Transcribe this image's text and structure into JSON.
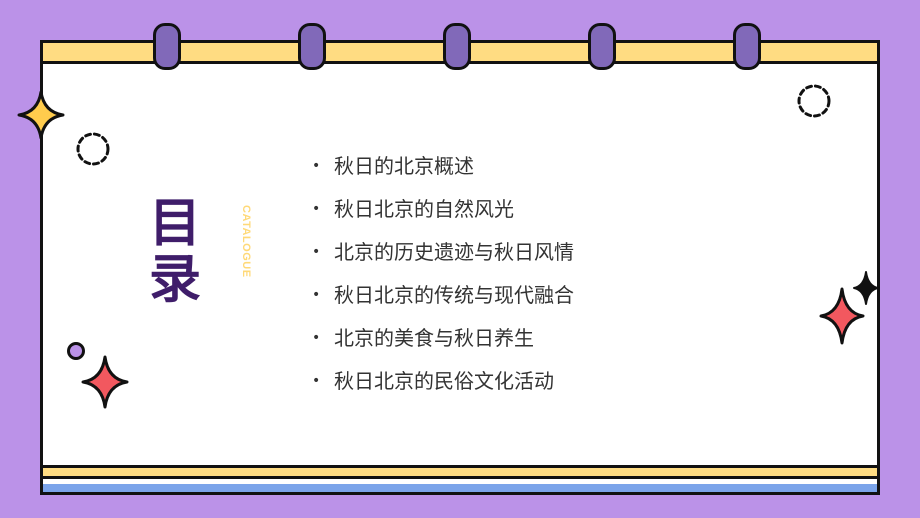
{
  "slide": {
    "title": "目录",
    "subtitle": "CATALOGUE",
    "bullet_glyph": "•",
    "items": [
      {
        "label": "秋日的北京概述"
      },
      {
        "label": "秋日北京的自然风光"
      },
      {
        "label": "北京的历史遗迹与秋日风情"
      },
      {
        "label": "秋日北京的传统与现代融合"
      },
      {
        "label": "北京的美食与秋日养生"
      },
      {
        "label": "秋日北京的民俗文化活动"
      }
    ]
  },
  "decorations": {
    "icons": [
      "sparkle-yellow-icon",
      "dashed-circle-icon",
      "dashed-circle-icon",
      "sparkle-red-icon",
      "sparkle-black-icon",
      "purple-dot-icon",
      "sparkle-red-icon",
      "binder-ring-icon"
    ]
  },
  "colors": {
    "background": "#bb92e8",
    "title": "#3f1d6a",
    "subtitle": "#ffd978",
    "top_bar": "#ffdc82",
    "bottom_bar_blue": "#7ba4ea",
    "ring": "#8169b9",
    "sparkle_red": "#f2585f",
    "sparkle_yellow": "#ffcc4d",
    "text": "#333333"
  }
}
